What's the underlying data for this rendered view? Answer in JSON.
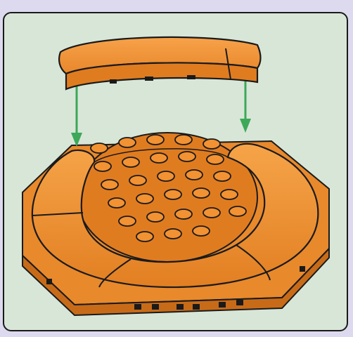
{
  "figure": {
    "part_name": "curved-tile-brick",
    "base_name": "octagonal-plate-base",
    "arrow_count": 2,
    "colors": {
      "page_background": "#ddd9ee",
      "panel_background": "#d8e6d8",
      "brick_orange": "#f29232",
      "brick_dark": "#c86b18",
      "outline": "#1a1a1a",
      "arrow_green": "#3da858"
    }
  }
}
